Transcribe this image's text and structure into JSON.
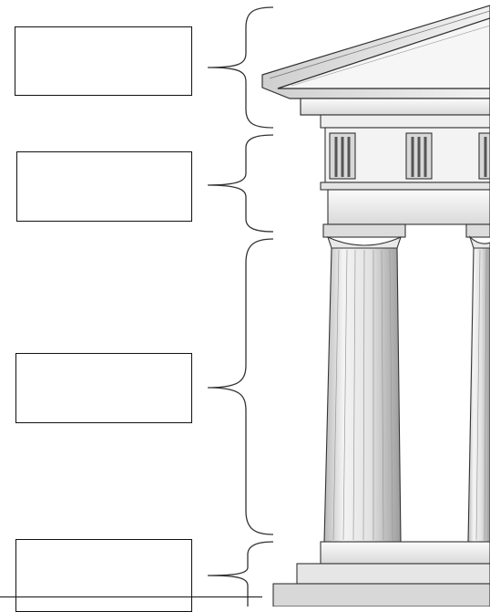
{
  "labels": [
    {
      "id": "pediment",
      "text": ""
    },
    {
      "id": "entablature",
      "text": ""
    },
    {
      "id": "columns",
      "text": ""
    },
    {
      "id": "stylobate",
      "text": ""
    }
  ],
  "icons": [
    "brace-icon"
  ],
  "colors": {
    "line": "#111111",
    "stone_light": "#f7f7f7",
    "stone_mid": "#d6d6d6",
    "stone_dark": "#8a8a8a"
  }
}
